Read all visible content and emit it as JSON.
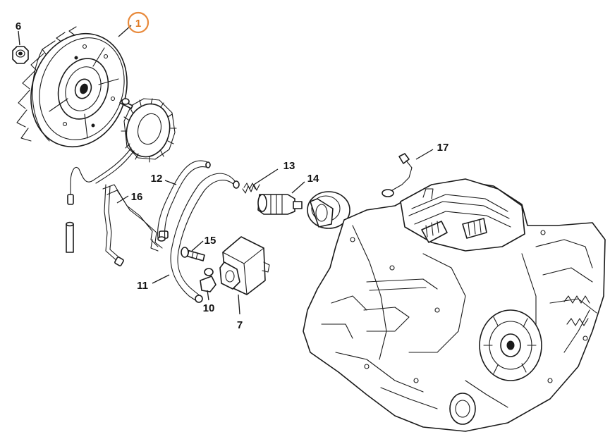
{
  "diagram": {
    "selected_part": "1",
    "highlight_color": "#e8893a",
    "line_color": "#1a1a1a",
    "background": "#ffffff",
    "callouts": [
      {
        "id": "c1",
        "label": "1"
      },
      {
        "id": "c6",
        "label": "6"
      },
      {
        "id": "c7",
        "label": "7"
      },
      {
        "id": "c10",
        "label": "10"
      },
      {
        "id": "c11",
        "label": "11"
      },
      {
        "id": "c12",
        "label": "12"
      },
      {
        "id": "c13",
        "label": "13"
      },
      {
        "id": "c14",
        "label": "14"
      },
      {
        "id": "c15",
        "label": "15"
      },
      {
        "id": "c16",
        "label": "16"
      },
      {
        "id": "c17",
        "label": "17"
      }
    ]
  }
}
